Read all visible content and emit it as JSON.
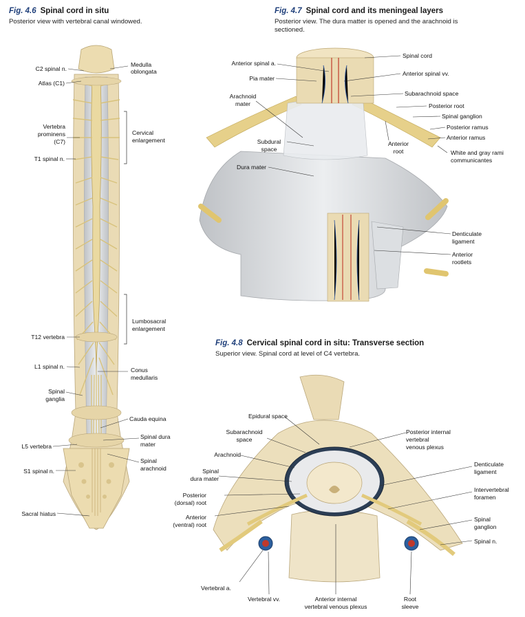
{
  "fig46": {
    "number": "Fig. 4.6",
    "title": "Spinal cord in situ",
    "subtitle": "Posterior view with vertebral canal windowed.",
    "labels": {
      "c2_spinal_n": "C2 spinal n.",
      "atlas": "Atlas (C1)",
      "vertebra_prominens_1": "Vertebra",
      "vertebra_prominens_2": "prominens",
      "vertebra_prominens_3": "(C7)",
      "t1_spinal_n": "T1 spinal n.",
      "medulla_1": "Medulla",
      "medulla_2": "oblongata",
      "cervical_1": "Cervical",
      "cervical_2": "enlargement",
      "lumbosacral_1": "Lumbosacral",
      "lumbosacral_2": "enlargement",
      "t12": "T12 vertebra",
      "l1_spinal_n": "L1 spinal n.",
      "conus_1": "Conus",
      "conus_2": "medullaris",
      "spinal_ganglia_1": "Spinal",
      "spinal_ganglia_2": "ganglia",
      "cauda": "Cauda equina",
      "dura_1": "Spinal dura",
      "dura_2": "mater",
      "l5": "L5 vertebra",
      "arachnoid_1": "Spinal",
      "arachnoid_2": "arachnoid",
      "s1_spinal_n": "S1 spinal n.",
      "sacral_hiatus": "Sacral hiatus"
    }
  },
  "fig47": {
    "number": "Fig. 4.7",
    "title": "Spinal cord and its meningeal layers",
    "subtitle_1": "Posterior view. The dura matter is opened and the arachnoid is",
    "subtitle_2": "sectioned.",
    "labels": {
      "anterior_spinal_a": "Anterior spinal a.",
      "pia_mater": "Pia mater",
      "arachnoid_1": "Arachnoid",
      "arachnoid_2": "mater",
      "subdural_1": "Subdural",
      "subdural_2": "space",
      "dura_mater": "Dura mater",
      "spinal_cord": "Spinal cord",
      "anterior_spinal_vv": "Anterior spinal vv.",
      "subarachnoid": "Subarachnoid space",
      "posterior_root": "Posterior root",
      "spinal_ganglion": "Spinal ganglion",
      "posterior_ramus": "Posterior ramus",
      "anterior_ramus": "Anterior ramus",
      "anterior_root_1": "Anterior",
      "anterior_root_2": "root",
      "rami_1": "White and gray rami",
      "rami_2": "communicantes",
      "denticulate_1": "Denticulate",
      "denticulate_2": "ligament",
      "rootlets_1": "Anterior",
      "rootlets_2": "rootlets"
    }
  },
  "fig48": {
    "number": "Fig. 4.8",
    "title": "Cervical spinal cord in situ: Transverse section",
    "subtitle": "Superior view. Spinal cord at level of C4 vertebra.",
    "labels": {
      "epidural": "Epidural space",
      "subarachnoid_1": "Subarachnoid",
      "subarachnoid_2": "space",
      "arachnoid": "Arachnoid",
      "dura_1": "Spinal",
      "dura_2": "dura mater",
      "posterior_root_1": "Posterior",
      "posterior_root_2": "(dorsal) root",
      "anterior_root_1": "Anterior",
      "anterior_root_2": "(ventral) root",
      "vertebral_a": "Vertebral a.",
      "vertebral_vv": "Vertebral vv.",
      "ant_plexus_1": "Anterior internal",
      "ant_plexus_2": "vertebral venous plexus",
      "root_sleeve_1": "Root",
      "root_sleeve_2": "sleeve",
      "post_plexus_1": "Posterior internal",
      "post_plexus_2": "vertebral",
      "post_plexus_3": "venous plexus",
      "denticulate_1": "Denticulate",
      "denticulate_2": "ligament",
      "foramen_1": "Intervertebral",
      "foramen_2": "foramen",
      "ganglion_1": "Spinal",
      "ganglion_2": "ganglion",
      "spinal_n": "Spinal n."
    }
  },
  "colors": {
    "figure_number": "#1f3f7a",
    "bone": "#e8d9b0",
    "nerve": "#e3cc7a",
    "dura": "#d9dadc",
    "vessel_red": "#c0392b",
    "vessel_blue": "#3a5f9e"
  }
}
